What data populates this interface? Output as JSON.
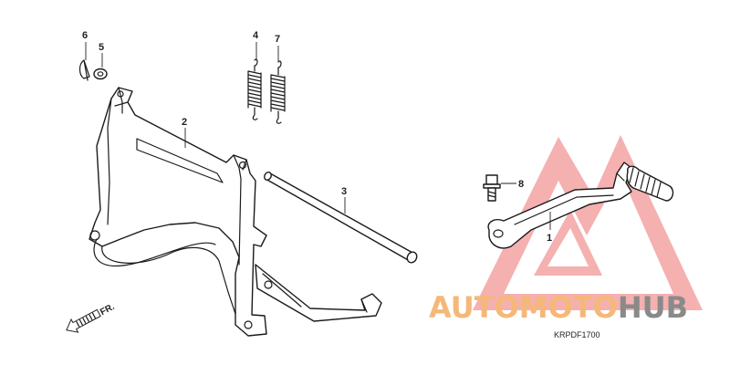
{
  "callouts": [
    {
      "num": "6"
    },
    {
      "num": "5"
    },
    {
      "num": "4"
    },
    {
      "num": "7"
    },
    {
      "num": "2"
    },
    {
      "num": "3"
    },
    {
      "num": "8"
    },
    {
      "num": "1"
    }
  ],
  "direction_label": "FR.",
  "diagram_code": "KRPDF1700",
  "watermark": {
    "part_orange": "AUTOMOTO",
    "part_gray": "HUB",
    "color_orange": "#f5b878",
    "color_gray": "#8a8a8a",
    "color_triangle": "#f08080"
  }
}
